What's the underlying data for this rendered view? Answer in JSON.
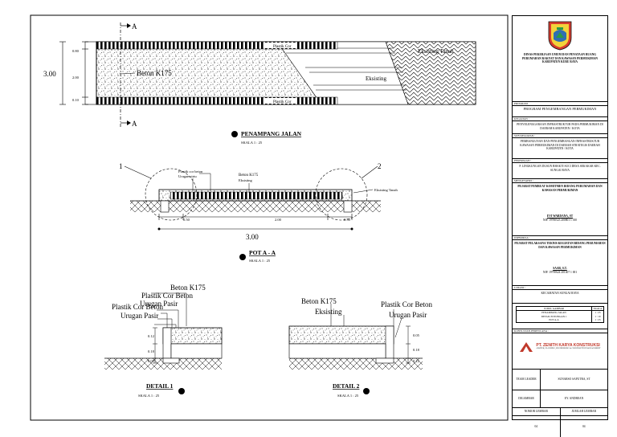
{
  "top_section": {
    "section_marker_top": "A",
    "section_marker_bottom": "A",
    "overall_dim": "3.00",
    "dims": [
      "0.80",
      "2.00",
      "0.10"
    ],
    "material_beton": "Beton K175",
    "material_existing": "Eksisting",
    "material_existing_soil": "Eksisting Tanah",
    "plastic_top": "Plastik Cor",
    "plastic_bottom": "Plastik Cor",
    "title": "PENAMPANG JALAN",
    "scale": "SKALA 1 : 25"
  },
  "pot_section": {
    "callout_1": "1",
    "callout_2": "2",
    "label_plastik_beton": "Plastik cor beton",
    "label_urugan": "Urugan sirtu",
    "label_beton": "Beton K175",
    "label_eksisting": "Eksisting",
    "label_tanah": "Eksisting Tanah",
    "dims": [
      "0.50",
      "2.00",
      "0.50"
    ],
    "overall_dim": "3.00",
    "title": "POT A - A",
    "scale": "SKALA 1 : 25"
  },
  "detail1": {
    "labels": [
      "Beton K175",
      "Plastik Cor Beton",
      "Urugan Pasir",
      "Plastik Cor Beton",
      "Urugan Pasir"
    ],
    "dims": [
      "0.12",
      "0.18",
      "0.05"
    ],
    "title": "DETAIL 1",
    "scale": "SKALA 1 : 25"
  },
  "detail2": {
    "labels": [
      "Beton K175",
      "Eksisting",
      "Plastik Cor Beton",
      "Urugan Pasir"
    ],
    "dims": [
      "0.05",
      "0.18",
      "0.12"
    ],
    "title": "DETAIL 2",
    "scale": "SKALA 1 : 25"
  },
  "title_block": {
    "agency": "DINAS PEKERJAAN UMUM DAN PENATAAN RUANG PERUMAHAN RAKYAT DAN KAWASAN PERMUKIMAN KABUPATEN KUBU RAYA",
    "program_label": "PROGRAM",
    "program": "PROGRAM PENGEMBANGAN PERMUKIMAN",
    "activity_label": "KEGIATAN :",
    "activity": "PENYELENGGARAAN INFRASTRUKTUR PADA PERMUKIMAN DI DAERAH KABUPATEN / KOTA",
    "subactivity_label": "SUB KEGIATAN :",
    "subactivity": "PEMBANGUNAN DAN PENGEMBANGAN INFRASTRUKTUR KAWASAN PERMUKIMAN DI DAERAH STRATEGIS DAERAH KABUPATEN / KOTA",
    "location_label": "PEKERJAAN :",
    "location": "P. LINGKUNGAN DUSUN BHAKTI SUCI DESA SEKAKAR KEC. SUNGAI RAYA",
    "approve_label": "MENGETAHUI :",
    "approve_role": "PEJABAT PEMBUAT KOMITMEN BIDANG PERUMAHAN DAN KAWASAN PERMUKIMAN",
    "approve_name": "EVI WARDANA, ST",
    "approve_nip": "NIP. 19780523 200801 1 010",
    "check_label": "DIPERIKSA :",
    "check_role": "PEJABAT PELAKSANA TEKNIS KEGIATAN BIDANG PERUMAHAN DAN KAWASAN PERMUKIMAN",
    "check_name": "SAAR, S.T.",
    "check_nip": "NIP. 19790624 201407 1 001",
    "lokasi_label": "LOKASI :",
    "lokasi": "KECAMATAN SUNGAI RAYA",
    "drawings_header": "JUDUL GAMBAR",
    "scale_header": "SKALA",
    "drawings": [
      {
        "name": "PENAMPANG JALAN",
        "scale": "1 : 25"
      },
      {
        "name": "DETAIL POTONGAN 1",
        "scale": "1 : 10"
      },
      {
        "name": "POT A-A",
        "scale": "1 : 25"
      }
    ],
    "consultant_label": "KONSULTAN PERENCANA :",
    "consultant": "PT. ZENITH KARYA KONSTRUKSI",
    "consultant_sub": "ARSITEK, PLANNING, ENGINEERING & CONSTRUCTION MANAGEMENT",
    "team_leader_label": "TEAM LEADER",
    "team_leader": "SUNARSO SAPUTRA, ST",
    "drafter_label": "DIGAMBAR",
    "drafter": "EY. ANDREAN",
    "sheet_no_label": "NOMOR LEMBAR",
    "sheet_total_label": "JUMLAH LEMBAR",
    "sheet_no": "04",
    "sheet_total": "04"
  }
}
